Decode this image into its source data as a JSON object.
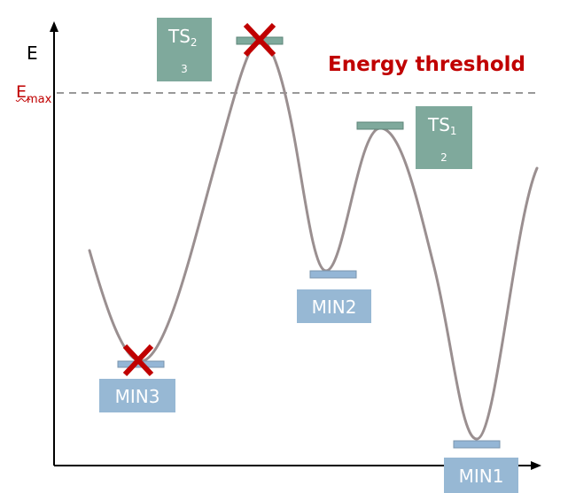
{
  "axes": {
    "y_label": "E",
    "emax_label": "E",
    "emax_subscript": "max",
    "threshold_label": "Energy threshold"
  },
  "states": {
    "min1": "MIN1",
    "min2": "MIN2",
    "min3": "MIN3",
    "ts1_main": "TS",
    "ts1_sub": "1",
    "ts1_extra": "2",
    "ts2_main": "TS",
    "ts2_sub": "2",
    "ts2_extra": "3"
  },
  "colors": {
    "curve": "#9a8f90",
    "threshold_text": "#c00000",
    "threshold_line": "#999999",
    "min_box": "#97b8d4",
    "min_bar": "#94b6d6",
    "ts_box": "#7fa99c",
    "ts_bar": "#7fa99c",
    "cross": "#c00000"
  }
}
